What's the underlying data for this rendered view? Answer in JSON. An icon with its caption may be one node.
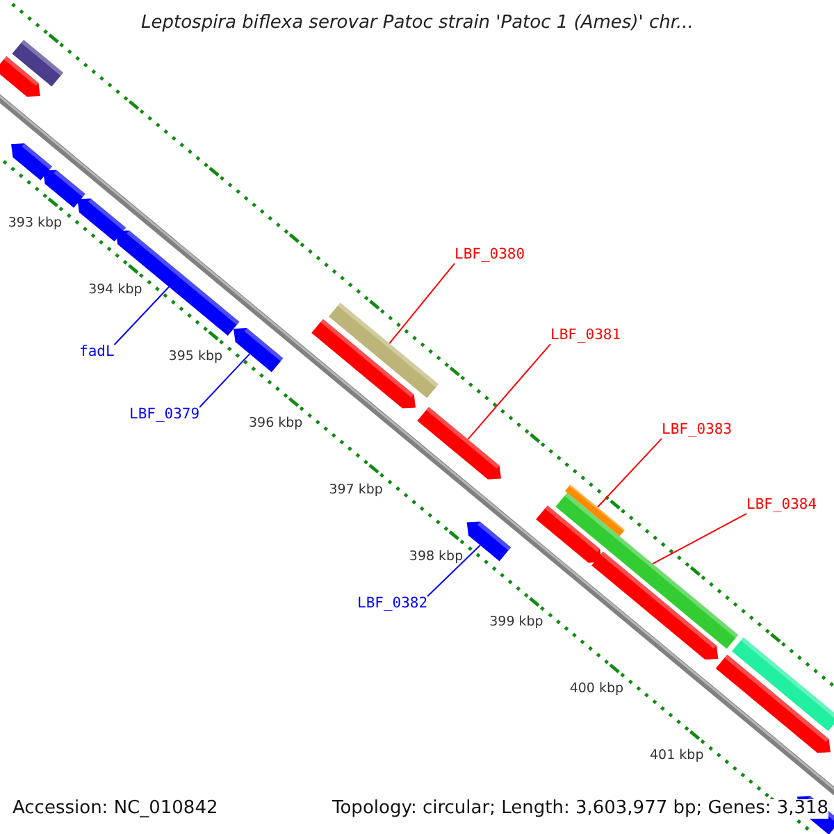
{
  "diagram": {
    "title": "Leptospira biflexa serovar Patoc strain 'Patoc 1 (Ames)' chr...",
    "nodes": [
      {
        "text": [],
        "shape": "bar"
      },
      {
        "text": [],
        "shape": "arrow"
      },
      {
        "text": [],
        "shape": "arrow"
      },
      {
        "text": [],
        "shape": "arrow"
      },
      {
        "text": [],
        "shape": "arrow"
      },
      {
        "text": [],
        "shape": "arrow"
      },
      {
        "text": [],
        "shape": "arrow"
      },
      {
        "text": [],
        "shape": "bar"
      },
      {
        "text": [],
        "shape": "arrow"
      },
      {
        "text": [],
        "shape": "arrow"
      },
      {
        "text": [],
        "shape": "arrow"
      },
      {
        "text": [],
        "shape": "arrow"
      },
      {
        "text": [],
        "shape": "bar"
      },
      {
        "text": [],
        "shape": "bar"
      },
      {
        "text": [],
        "shape": "arrow"
      },
      {
        "text": [],
        "shape": "arrow"
      },
      {
        "text": [],
        "shape": "bar"
      },
      {
        "text": [],
        "shape": "arrow"
      },
      {
        "text": [
          "LBF_0380"
        ]
      },
      {
        "text": [
          "LBF_0381"
        ]
      },
      {
        "text": [
          "fadL"
        ]
      },
      {
        "text": [
          "LBF_0379"
        ]
      },
      {
        "text": [
          "LBF_0383"
        ]
      },
      {
        "text": [
          "LBF_0384"
        ]
      },
      {
        "text": [
          "LBF_0382"
        ]
      }
    ],
    "edges": [
      {
        "from": 18,
        "to": 7,
        "arrow": "none",
        "color": "#ff0000"
      },
      {
        "from": 19,
        "to": 9,
        "arrow": "none",
        "color": "#ff0000"
      },
      {
        "from": 20,
        "to": 5,
        "arrow": "none",
        "color": "#0000ff"
      },
      {
        "from": 21,
        "to": 6,
        "arrow": "none",
        "color": "#0000ff"
      },
      {
        "from": 22,
        "to": 12,
        "arrow": "none",
        "color": "#ff0000"
      },
      {
        "from": 23,
        "to": 13,
        "arrow": "none",
        "color": "#ff0000"
      },
      {
        "from": 24,
        "to": 10,
        "arrow": "none",
        "color": "#0000ff"
      }
    ],
    "labels": [
      "393 kbp",
      "394 kbp",
      "395 kbp",
      "396 kbp",
      "397 kbp",
      "398 kbp",
      "399 kbp",
      "400 kbp",
      "401 kbp",
      "Accession: NC_010842",
      "Topology: circular; Length: 3,603,977 bp; Genes: 3,318"
    ]
  }
}
